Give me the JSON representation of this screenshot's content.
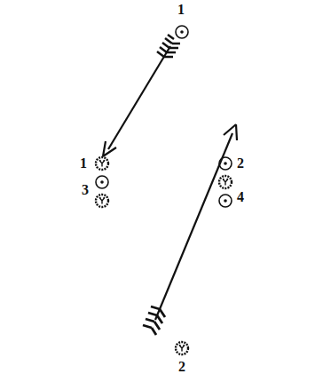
{
  "diagram": {
    "labels": [
      "1",
      "1",
      "2",
      "3",
      "4",
      "2"
    ]
  }
}
